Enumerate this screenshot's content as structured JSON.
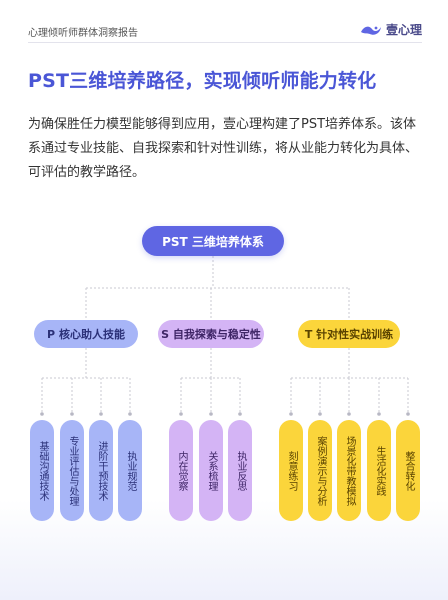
{
  "header": {
    "report_name": "心理倾听师群体洞察报告",
    "brand_name": "壹心理",
    "brand_color": "#5f66e3"
  },
  "title": "PST三维培养路径，实现倾听师能力转化",
  "intro": "为确保胜任力模型能够得到应用，壹心理构建了PST培养体系。该体系通过专业技能、自我探索和针对性训练，将从业能力转化为具体、可评估的教学路径。",
  "diagram": {
    "root": "PST 三维培养体系",
    "branches": [
      {
        "label": "P 核心助人技能",
        "color": "#a7b5f7",
        "leaves": [
          "基础沟通技术",
          "专业评估与处理",
          "进阶干预技术",
          "执业规范"
        ]
      },
      {
        "label": "S 自我探索与稳定性",
        "color": "#d4b4f5",
        "leaves": [
          "内在觉察",
          "关系梳理",
          "执业反思"
        ]
      },
      {
        "label": "T 针对性实战训练",
        "color": "#fbd53b",
        "leaves": [
          "刻意练习",
          "案例演示与分析",
          "场景化带教模拟",
          "生活化实践",
          "整合转化"
        ]
      }
    ]
  }
}
